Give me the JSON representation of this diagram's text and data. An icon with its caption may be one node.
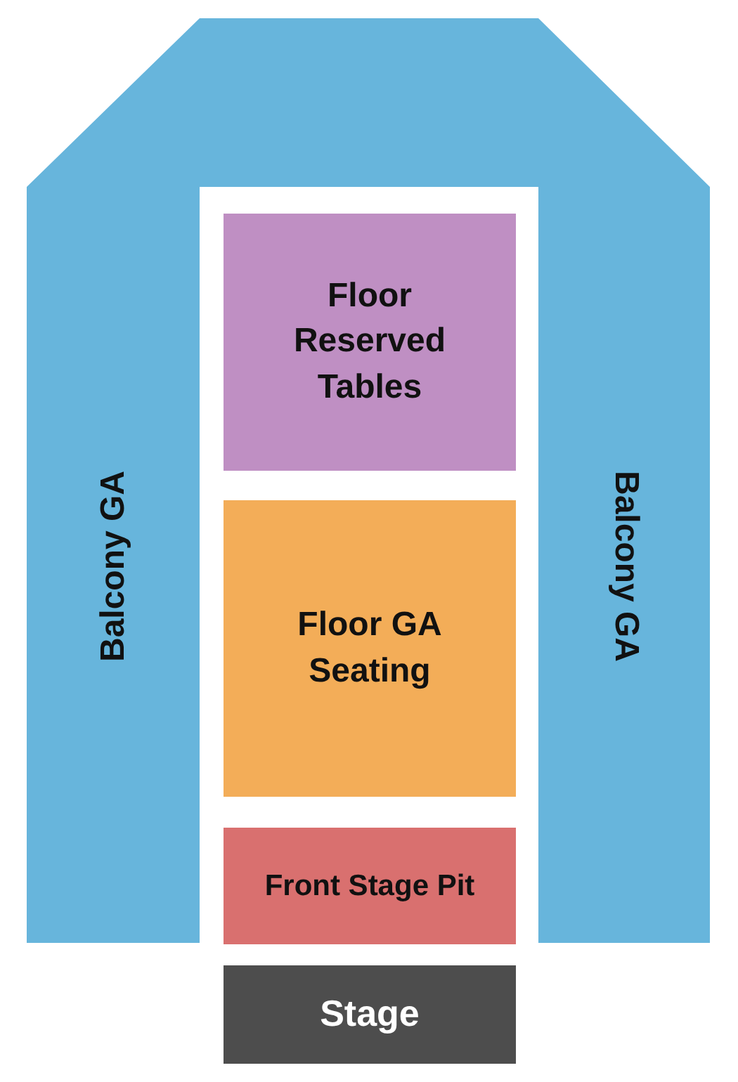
{
  "diagram": {
    "nodes": [
      {
        "text": [
          "Balcony GA",
          "Balcony GA"
        ]
      },
      {
        "text": [
          "Floor Reserved Tables"
        ]
      },
      {
        "text": [
          "Floor GA Seating"
        ]
      },
      {
        "text": [
          "Front Stage Pit"
        ]
      },
      {
        "text": [
          "Stage"
        ]
      }
    ]
  }
}
